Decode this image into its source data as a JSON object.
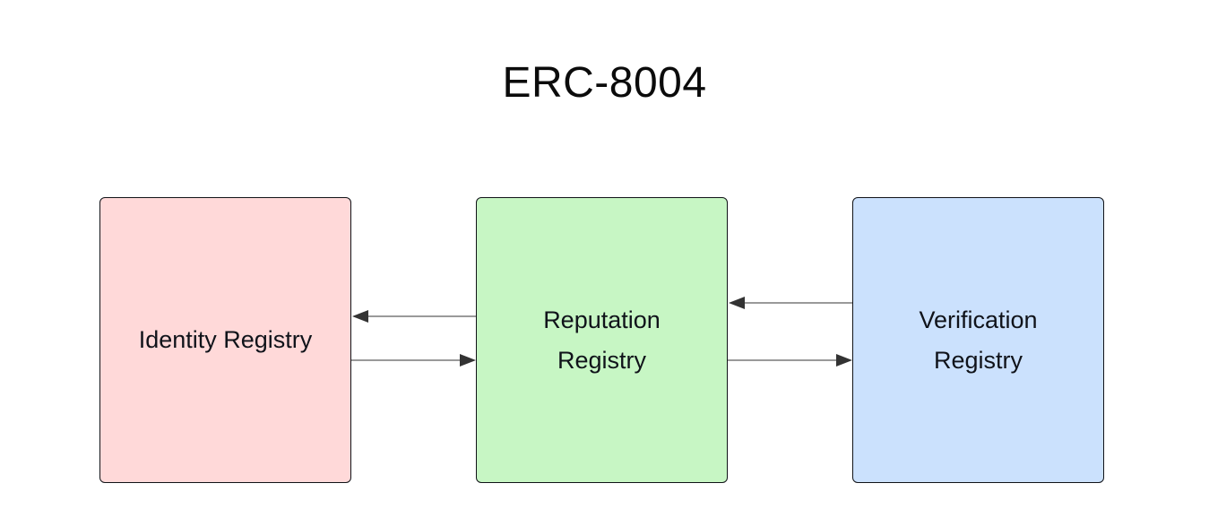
{
  "diagram": {
    "title": "ERC-8004",
    "type": "flowchart",
    "orientation": "left-to-right",
    "background_color": "#ffffff",
    "nodes": [
      {
        "id": "identity",
        "label": "Identity Registry",
        "fill_color": "#ffd9d9",
        "border_color": "#111318"
      },
      {
        "id": "reputation",
        "label": "Reputation\nRegistry",
        "fill_color": "#c7f6c4",
        "border_color": "#111318"
      },
      {
        "id": "verification",
        "label": "Verification\nRegistry",
        "fill_color": "#cbe1fd",
        "border_color": "#111318"
      }
    ],
    "edges": [
      {
        "id": "reputation-to-identity",
        "from": "reputation",
        "to": "identity",
        "direction": "left",
        "label": "",
        "color": "#9a9a9a"
      },
      {
        "id": "identity-to-reputation",
        "from": "identity",
        "to": "reputation",
        "direction": "right",
        "label": "",
        "color": "#9a9a9a"
      },
      {
        "id": "verification-to-reputation",
        "from": "verification",
        "to": "reputation",
        "direction": "left",
        "label": "",
        "color": "#9a9a9a"
      },
      {
        "id": "reputation-to-verification",
        "from": "reputation",
        "to": "verification",
        "direction": "right",
        "label": "",
        "color": "#9a9a9a"
      }
    ]
  }
}
